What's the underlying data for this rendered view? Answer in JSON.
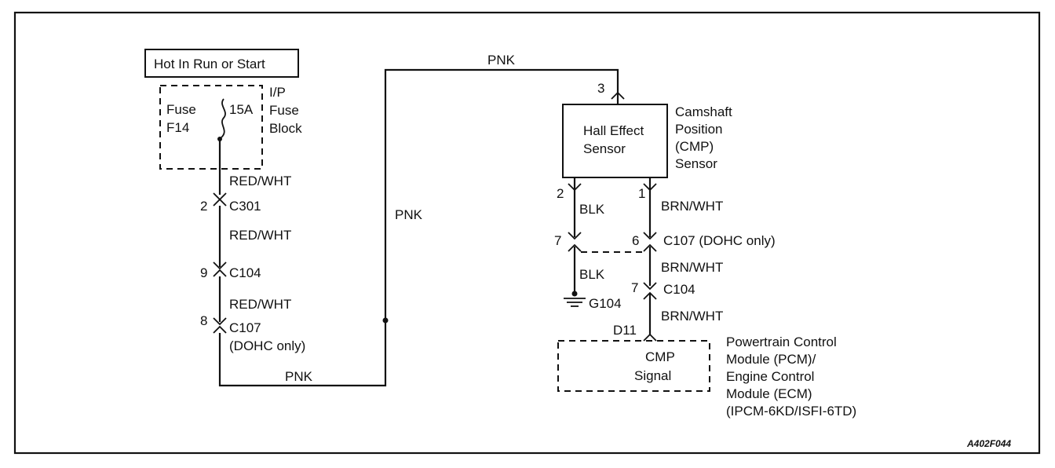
{
  "top": {
    "hot_label": "Hot In Run or Start",
    "fuse_line1": "Fuse",
    "fuse_line2": "F14",
    "fuse_rating": "15A",
    "fuse_block_line1": "I/P",
    "fuse_block_line2": "Fuse",
    "fuse_block_line3": "Block"
  },
  "left_circuit": {
    "wire1": "RED/WHT",
    "pin_c301": "2",
    "conn_c301": "C301",
    "wire2": "RED/WHT",
    "pin_c104": "9",
    "conn_c104": "C104",
    "wire3": "RED/WHT",
    "pin_c107": "8",
    "conn_c107": "C107",
    "conn_c107_note": "(DOHC only)",
    "wire_bottom": "PNK",
    "wire_riser": "PNK",
    "wire_top": "PNK"
  },
  "sensor": {
    "pin_top": "3",
    "box_line1": "Hall Effect",
    "box_line2": "Sensor",
    "name_line1": "Camshaft",
    "name_line2": "Position",
    "name_line3": "(CMP)",
    "name_line4": "Sensor",
    "pin_left": "2",
    "wire_left": "BLK",
    "pin_right": "1",
    "wire_right": "BRN/WHT"
  },
  "c107_right": {
    "pin_left": "7",
    "pin_right": "6",
    "label": "C107 (DOHC only)"
  },
  "lower_right": {
    "wire_blk": "BLK",
    "ground": "G104",
    "wire_brn1": "BRN/WHT",
    "pin_c104": "7",
    "conn_c104": "C104",
    "wire_brn2": "BRN/WHT",
    "pin_d11": "D11"
  },
  "pcm": {
    "box_line1": "CMP",
    "box_line2": "Signal",
    "name_line1": "Powertrain Control",
    "name_line2": "Module (PCM)/",
    "name_line3": "Engine Control",
    "name_line4": "Module (ECM)",
    "name_line5": "(IPCM-6KD/ISFI-6TD)"
  },
  "figure_id": "A402F044"
}
